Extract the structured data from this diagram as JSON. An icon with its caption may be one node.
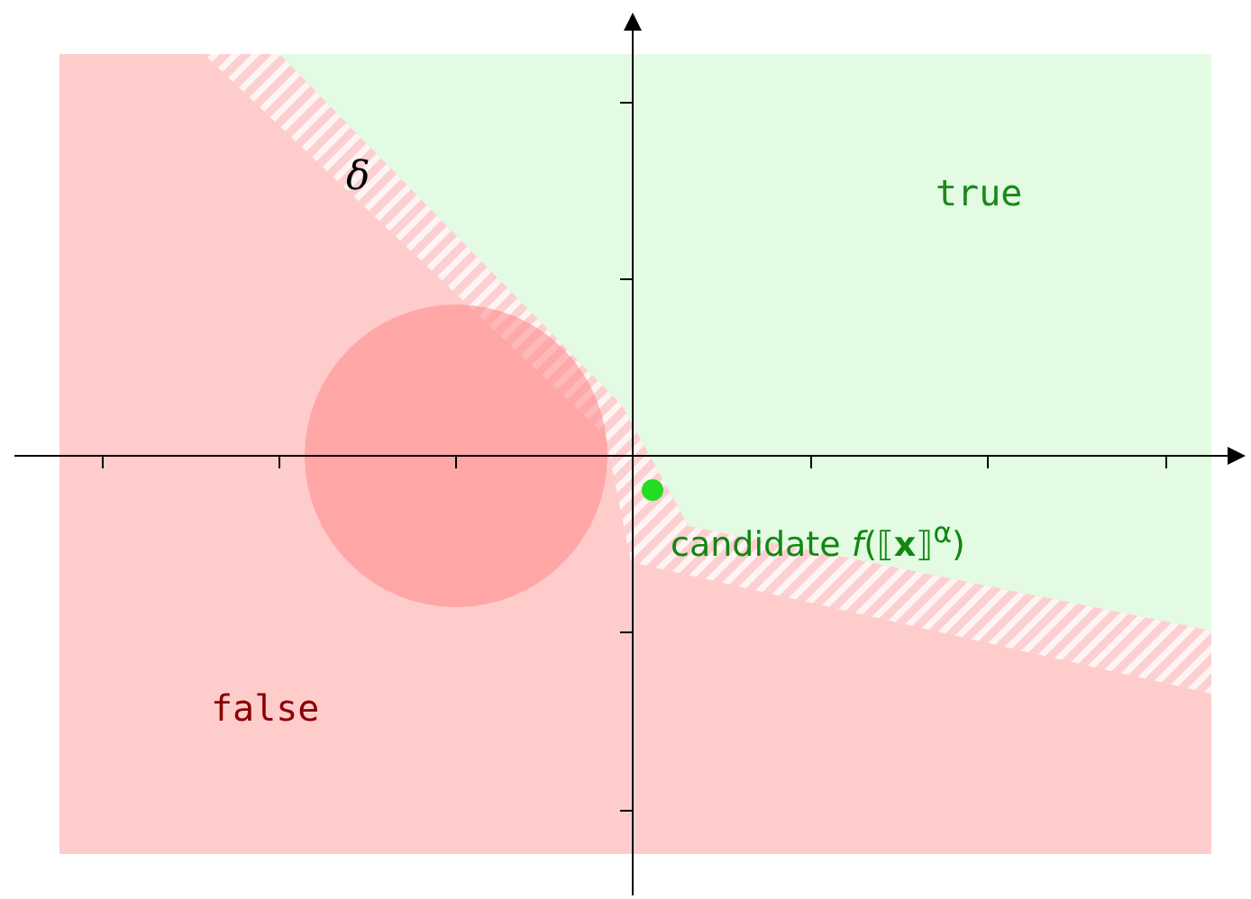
{
  "diagram": {
    "labels": [
      "δ",
      "true",
      "false",
      "candidate *f*(⟦**x**⟧$^{α}$)"
    ]
  }
}
